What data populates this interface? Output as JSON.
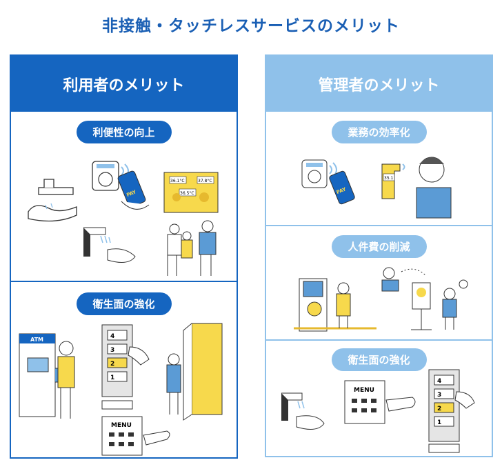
{
  "title": "非接触・タッチレスサービスのメリット",
  "left": {
    "heading": "利用者のメリット",
    "sections": [
      {
        "label": "利便性の向上"
      },
      {
        "label": "衛生面の強化"
      }
    ],
    "thermo_labels": [
      "36.1°C",
      "37.8°C",
      "36.5°C"
    ],
    "card_pay": "PAY",
    "atm_label": "ATM",
    "menu_label": "MENU",
    "elevator_floors": [
      "4",
      "3",
      "2",
      "1"
    ]
  },
  "right": {
    "heading": "管理者のメリット",
    "sections": [
      {
        "label": "業務の効率化"
      },
      {
        "label": "人件費の削減"
      },
      {
        "label": "衛生面の強化"
      }
    ],
    "card_pay": "PAY",
    "thermo_reading": "35.1",
    "menu_label": "MENU",
    "elevator_floors": [
      "4",
      "3",
      "2",
      "1"
    ]
  },
  "colors": {
    "primary": "#1565c0",
    "light": "#8fc1ea",
    "accent_yellow": "#f7d94c"
  }
}
